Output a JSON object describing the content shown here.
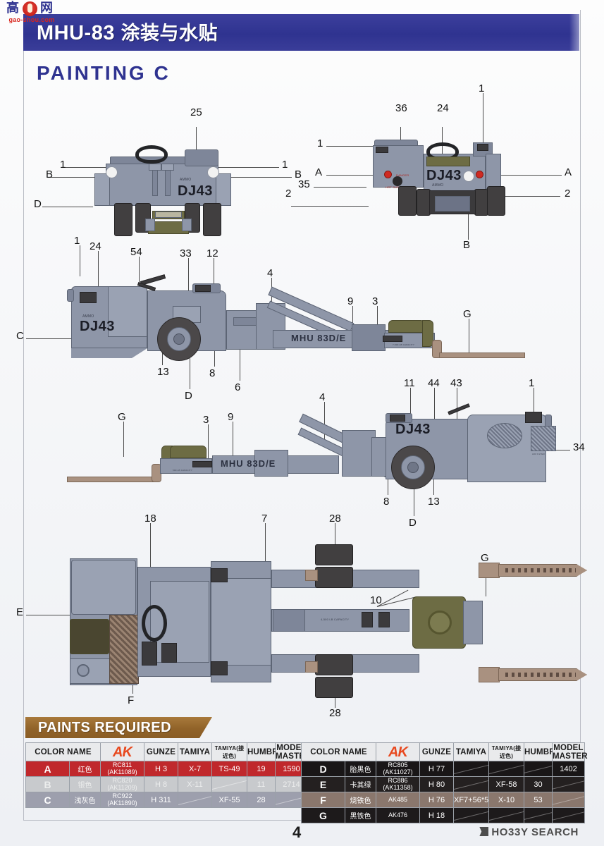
{
  "header": {
    "title_model": "MHU-83",
    "title_cn": "涂装与水贴",
    "subtitle": "PAINTING  C",
    "logo_char1": "高",
    "logo_char2": "网",
    "logo_domain": "gao-shou.com"
  },
  "views": {
    "front": {
      "decal": "DJ43",
      "brand": "AMMO",
      "callouts": [
        {
          "text": "25"
        },
        {
          "text": "1"
        },
        {
          "text": "1"
        },
        {
          "text": "B"
        },
        {
          "text": "B"
        },
        {
          "text": "D"
        }
      ]
    },
    "rear": {
      "decal": "DJ43",
      "brand": "AMMO",
      "warn1": "DANGER",
      "warn2": "HOT SURFACE",
      "callouts": [
        {
          "text": "36"
        },
        {
          "text": "24"
        },
        {
          "text": "1"
        },
        {
          "text": "1"
        },
        {
          "text": "A"
        },
        {
          "text": "A"
        },
        {
          "text": "35"
        },
        {
          "text": "2"
        },
        {
          "text": "2"
        },
        {
          "text": "B"
        }
      ]
    },
    "side_left": {
      "decal": "DJ43",
      "brand": "AMMO",
      "boom_text": "MHU  83D/E",
      "capacity_text": "7,500 LB CAPACITY",
      "callouts": [
        "1",
        "24",
        "54",
        "33",
        "12",
        "4",
        "9",
        "3",
        "G",
        "C",
        "13",
        "D",
        "8",
        "6",
        "11",
        "44",
        "43",
        "1"
      ]
    },
    "side_right": {
      "decal": "DJ43",
      "boom_text": "MHU  83D/E",
      "capacity_text": "500 LB CAPACITY",
      "callouts": [
        "4",
        "3",
        "9",
        "G",
        "11",
        "44",
        "43",
        "1",
        "34",
        "8",
        "13",
        "D"
      ]
    },
    "plan": {
      "callouts": [
        "18",
        "7",
        "28",
        "28",
        "10",
        "G",
        "E",
        "F"
      ]
    }
  },
  "paints": {
    "banner": "PAINTS REQUIRED",
    "headers": [
      "COLOR NAME",
      "AK",
      "GUNZE",
      "TAMIYA",
      "TAMIYA(接近色)",
      "HUMBROL",
      "MODEL MASTER"
    ],
    "ak_logo_text": "AK",
    "left_rows": [
      {
        "code": "A",
        "name_cn": "红色",
        "ak": "RC811\n(AK11089)",
        "gunze": "H 3",
        "tamiya": "X-7",
        "tamiya_near": "TS-49",
        "humbrol": "19",
        "model_master": "1590",
        "swatch": "#c0282c",
        "text_color": "#ffffff"
      },
      {
        "code": "B",
        "name_cn": "银色",
        "ak": "RC820\n(AK11209)",
        "gunze": "H 8",
        "tamiya": "X-11",
        "tamiya_near": "",
        "humbrol": "11",
        "model_master": "2714",
        "swatch": "#c8cacd",
        "text_color": "#eceded"
      },
      {
        "code": "C",
        "name_cn": "浅灰色",
        "ak": "RC922\n(AK11890)",
        "gunze": "H 311",
        "tamiya": "",
        "tamiya_near": "XF-55",
        "humbrol": "28",
        "model_master": "",
        "swatch": "#9d9fad",
        "text_color": "#ffffff"
      }
    ],
    "right_rows": [
      {
        "code": "D",
        "name_cn": "胎黑色",
        "ak": "RC805\n(AK11027)",
        "gunze": "H 77",
        "tamiya": "",
        "tamiya_near": "",
        "humbrol": "",
        "model_master": "1402",
        "swatch": "#191617",
        "text_color": "#ffffff"
      },
      {
        "code": "E",
        "name_cn": "卡其绿",
        "ak": "RC886\n(AK11358)",
        "gunze": "H 80",
        "tamiya": "",
        "tamiya_near": "XF-58",
        "humbrol": "30",
        "model_master": "",
        "swatch": "#242020",
        "text_color": "#ffffff"
      },
      {
        "code": "F",
        "name_cn": "烧铁色",
        "ak": "AK485",
        "gunze": "H 76",
        "tamiya": "XF7+56*5",
        "tamiya_near": "X-10",
        "humbrol": "53",
        "model_master": "",
        "swatch": "#8a776d",
        "text_color": "#ffffff"
      },
      {
        "code": "G",
        "name_cn": "黑铁色",
        "ak": "AK476",
        "gunze": "H 18",
        "tamiya": "",
        "tamiya_near": "",
        "humbrol": "",
        "model_master": "",
        "swatch": "#1d1a1b",
        "text_color": "#ffffff"
      }
    ]
  },
  "footer": {
    "page_number": "4",
    "watermark": "HO33Y SEARCH"
  },
  "colors": {
    "header_blue": "#2f3390",
    "banner_brown": "#8a5d25",
    "ak_orange": "#e8491f"
  }
}
